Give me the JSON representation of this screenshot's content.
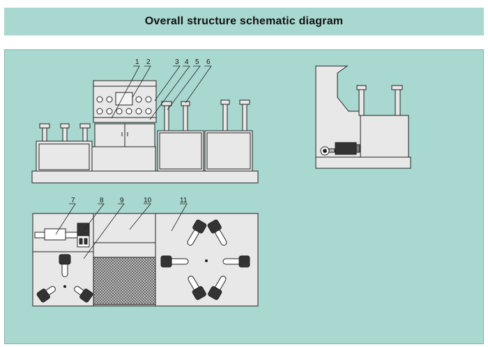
{
  "title": "Overall structure schematic diagram",
  "callouts": [
    "1",
    "2",
    "3",
    "4",
    "5",
    "6",
    "7",
    "8",
    "9",
    "10",
    "11"
  ],
  "colors": {
    "background": "#a8d8cf",
    "line": "#222222",
    "machine_fill": "#e8e8e8"
  }
}
